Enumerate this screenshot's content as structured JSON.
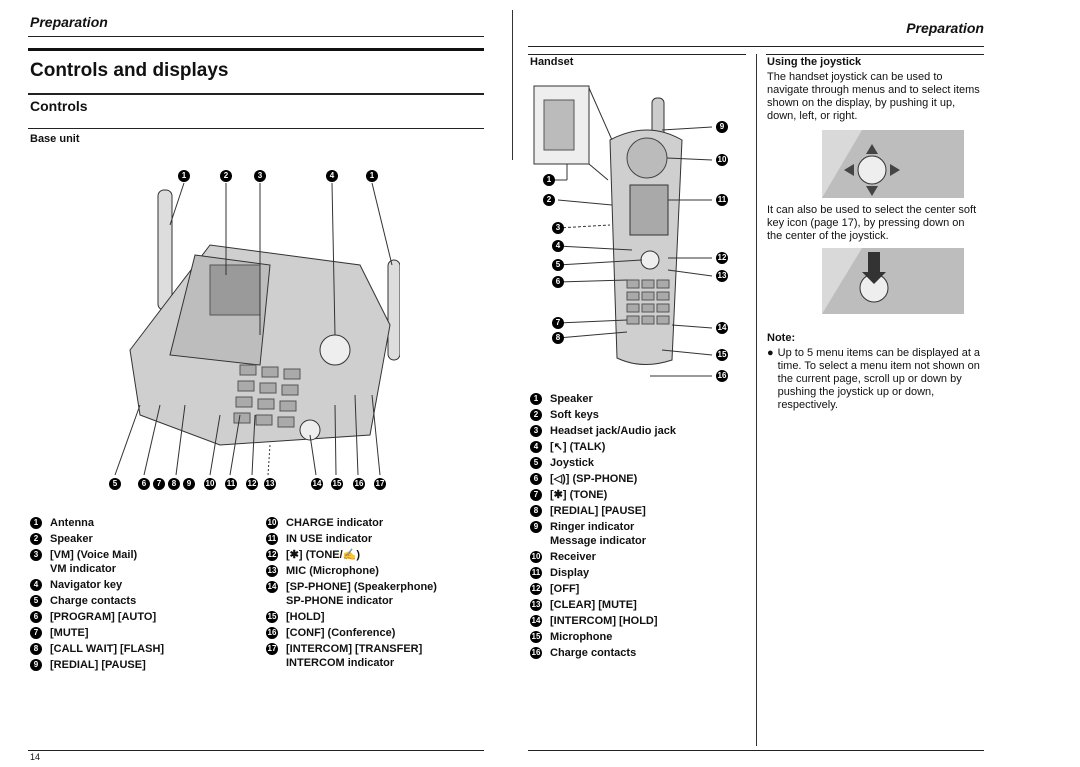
{
  "left_page": {
    "header": "Preparation",
    "title": "Controls and displays",
    "section": "Controls",
    "subsection": "Base unit",
    "base_unit_items": [
      {
        "n": "1",
        "label": "Antenna"
      },
      {
        "n": "2",
        "label": "Speaker"
      },
      {
        "n": "3",
        "label": "[VM] (Voice Mail)",
        "label2": "VM indicator"
      },
      {
        "n": "4",
        "label": "Navigator key"
      },
      {
        "n": "5",
        "label": "Charge contacts"
      },
      {
        "n": "6",
        "label": "[PROGRAM] [AUTO]"
      },
      {
        "n": "7",
        "label": "[MUTE]"
      },
      {
        "n": "8",
        "label": "[CALL WAIT] [FLASH]"
      },
      {
        "n": "9",
        "label": "[REDIAL] [PAUSE]"
      }
    ],
    "base_unit_items_2": [
      {
        "n": "10",
        "label": "CHARGE indicator"
      },
      {
        "n": "11",
        "label": "IN USE indicator"
      },
      {
        "n": "12",
        "label": "[✱] (TONE/✍)"
      },
      {
        "n": "13",
        "label": "MIC (Microphone)"
      },
      {
        "n": "14",
        "label": "[SP-PHONE] (Speakerphone)",
        "label2": "SP-PHONE indicator"
      },
      {
        "n": "15",
        "label": "[HOLD]"
      },
      {
        "n": "16",
        "label": "[CONF] (Conference)"
      },
      {
        "n": "17",
        "label": "[INTERCOM] [TRANSFER]",
        "label2": "INTERCOM indicator"
      }
    ],
    "diagram_callouts_top": [
      "1",
      "2",
      "3",
      "4",
      "1"
    ],
    "diagram_callouts_bottom": [
      "5",
      "6",
      "7",
      "8",
      "9",
      "10",
      "11",
      "12",
      "13",
      "14",
      "15",
      "16",
      "17"
    ],
    "footer_page": "14"
  },
  "right_page": {
    "header": "Preparation",
    "handset_heading": "Handset",
    "handset_items": [
      {
        "n": "1",
        "label": "Speaker"
      },
      {
        "n": "2",
        "label": "Soft keys"
      },
      {
        "n": "3",
        "label": "Headset jack/Audio jack"
      },
      {
        "n": "4",
        "label": "[↖] (TALK)"
      },
      {
        "n": "5",
        "label": "Joystick"
      },
      {
        "n": "6",
        "label": "[◁)] (SP-PHONE)"
      },
      {
        "n": "7",
        "label": "[✱] (TONE)"
      },
      {
        "n": "8",
        "label": "[REDIAL] [PAUSE]"
      },
      {
        "n": "9",
        "label": "Ringer indicator",
        "label2": "Message indicator"
      },
      {
        "n": "10",
        "label": "Receiver"
      },
      {
        "n": "11",
        "label": "Display"
      },
      {
        "n": "12",
        "label": "[OFF]"
      },
      {
        "n": "13",
        "label": "[CLEAR] [MUTE]"
      },
      {
        "n": "14",
        "label": "[INTERCOM] [HOLD]"
      },
      {
        "n": "15",
        "label": "Microphone"
      },
      {
        "n": "16",
        "label": "Charge contacts"
      }
    ],
    "joystick_heading": "Using the joystick",
    "joystick_text": "The handset joystick can be used to navigate through menus and to select items shown on the display, by pushing it up, down, left, or right.",
    "center_text": "It can also be used to select the center soft key icon (page 17), by pressing down on the center of the joystick.",
    "note_heading": "Note:",
    "note_text": "Up to 5 menu items can be displayed at a time. To select a menu item not shown on the current page, scroll up or down by pushing the joystick up or down, respectively."
  }
}
